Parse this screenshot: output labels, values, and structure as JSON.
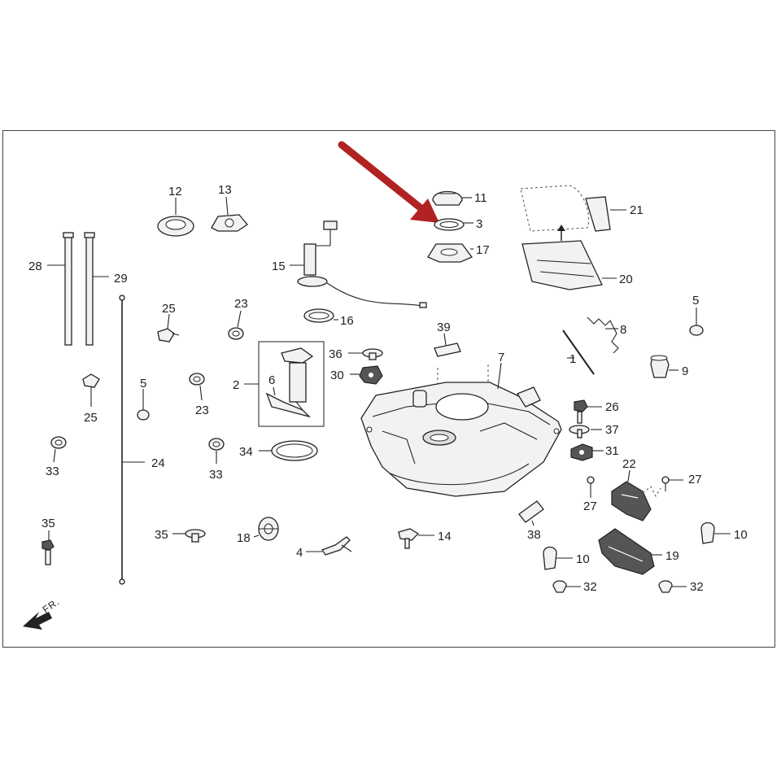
{
  "callouts": {
    "c1": "1",
    "c2": "2",
    "c3": "3",
    "c4": "4",
    "c5a": "5",
    "c5b": "5",
    "c6": "6",
    "c7": "7",
    "c8": "8",
    "c9": "9",
    "c10a": "10",
    "c10b": "10",
    "c11": "11",
    "c12": "12",
    "c13": "13",
    "c14": "14",
    "c15": "15",
    "c16": "16",
    "c17": "17",
    "c18": "18",
    "c19": "19",
    "c20": "20",
    "c21": "21",
    "c22": "22",
    "c23a": "23",
    "c23b": "23",
    "c24": "24",
    "c25a": "25",
    "c25b": "25",
    "c26": "26",
    "c27a": "27",
    "c27b": "27",
    "c28": "28",
    "c29": "29",
    "c30": "30",
    "c31": "31",
    "c32a": "32",
    "c32b": "32",
    "c33a": "33",
    "c33b": "33",
    "c34": "34",
    "c35a": "35",
    "c35b": "35",
    "c36": "36",
    "c37": "37",
    "c38": "38",
    "c39": "39"
  },
  "direction_label": "FR.",
  "colors": {
    "highlight_arrow": "#b22222",
    "line": "#222222",
    "frame": "#444444"
  },
  "icons": {
    "highlight": "red-arrow-icon",
    "front": "front-direction-arrow-icon"
  }
}
